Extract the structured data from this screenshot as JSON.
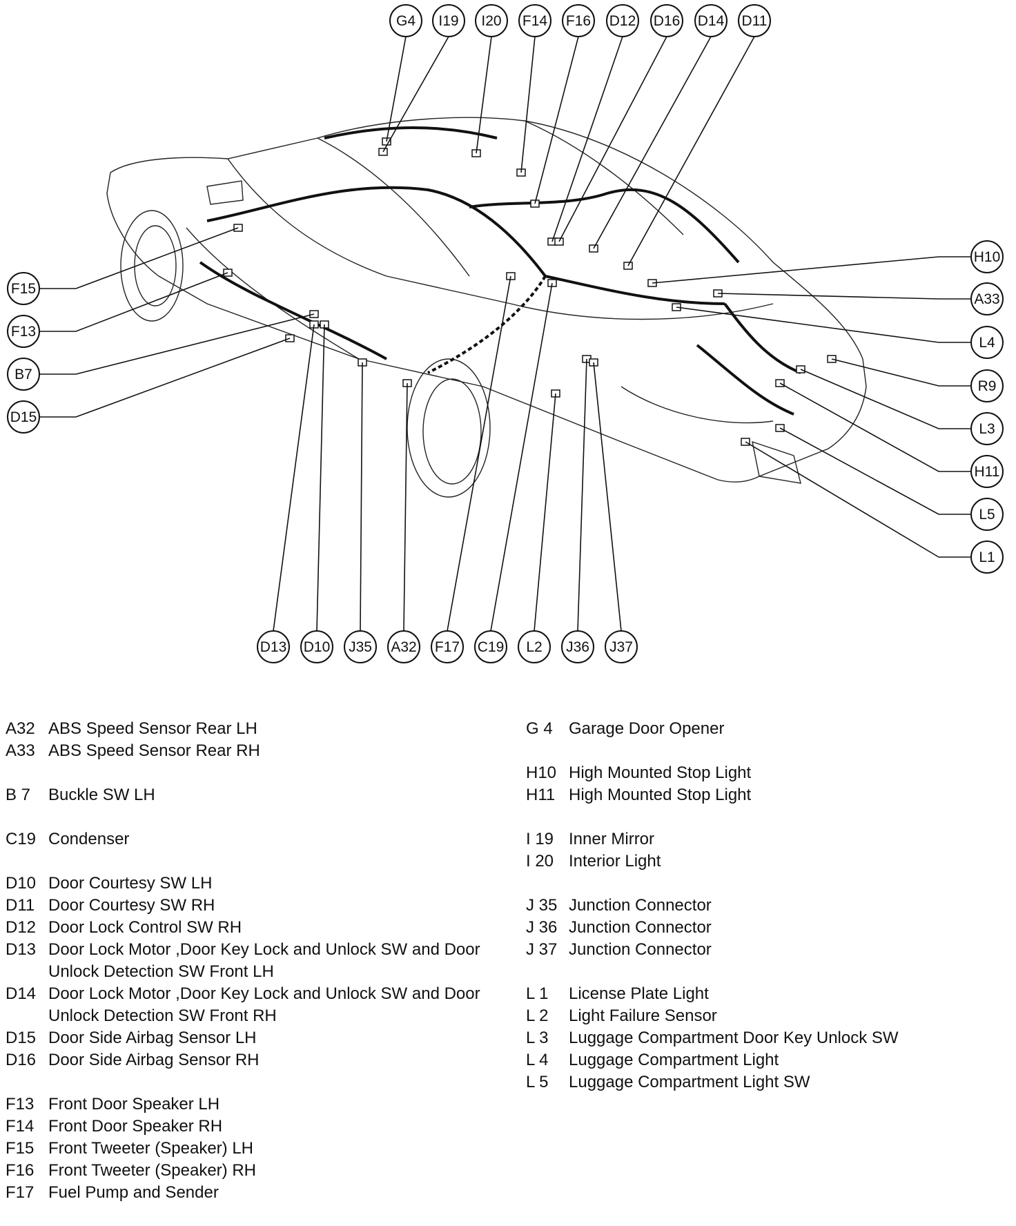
{
  "diagram": {
    "top_labels": [
      "G4",
      "I19",
      "I20",
      "F14",
      "F16",
      "D12",
      "D16",
      "D14",
      "D11"
    ],
    "left_labels": [
      "F15",
      "F13",
      "B7",
      "D15"
    ],
    "right_labels": [
      "H10",
      "A33",
      "L4",
      "R9",
      "L3",
      "H11",
      "L5",
      "L1"
    ],
    "bottom_labels": [
      "D13",
      "D10",
      "J35",
      "A32",
      "F17",
      "C19",
      "L2",
      "J36",
      "J37"
    ]
  },
  "legend_left": [
    [
      {
        "code": "A32",
        "desc": "ABS Speed Sensor Rear LH"
      },
      {
        "code": "A33",
        "desc": "ABS Speed Sensor Rear RH"
      }
    ],
    [
      {
        "code": "B 7",
        "desc": "Buckle SW LH"
      }
    ],
    [
      {
        "code": "C19",
        "desc": "Condenser"
      }
    ],
    [
      {
        "code": "D10",
        "desc": "Door Courtesy SW LH"
      },
      {
        "code": "D11",
        "desc": "Door Courtesy SW RH"
      },
      {
        "code": "D12",
        "desc": "Door Lock Control SW RH"
      },
      {
        "code": "D13",
        "desc": "Door Lock Motor ,Door Key Lock and Unlock SW and Door Unlock Detection SW Front LH"
      },
      {
        "code": "D14",
        "desc": "Door Lock Motor ,Door Key Lock and Unlock SW and Door Unlock Detection SW Front RH"
      },
      {
        "code": "D15",
        "desc": "Door Side Airbag Sensor LH"
      },
      {
        "code": "D16",
        "desc": "Door Side Airbag Sensor RH"
      }
    ],
    [
      {
        "code": "F13",
        "desc": "Front Door Speaker LH"
      },
      {
        "code": "F14",
        "desc": "Front Door Speaker RH"
      },
      {
        "code": "F15",
        "desc": "Front Tweeter (Speaker) LH"
      },
      {
        "code": "F16",
        "desc": "Front Tweeter (Speaker) RH"
      },
      {
        "code": "F17",
        "desc": "Fuel Pump and Sender"
      }
    ]
  ],
  "legend_right": [
    [
      {
        "code": "G 4",
        "desc": "Garage Door Opener"
      }
    ],
    [
      {
        "code": "H10",
        "desc": "High Mounted Stop Light"
      },
      {
        "code": "H11",
        "desc": "High Mounted Stop Light"
      }
    ],
    [
      {
        "code": "I 19",
        "desc": "Inner Mirror"
      },
      {
        "code": "I 20",
        "desc": "Interior Light"
      }
    ],
    [
      {
        "code": "J 35",
        "desc": "Junction Connector"
      },
      {
        "code": "J 36",
        "desc": "Junction Connector"
      },
      {
        "code": "J 37",
        "desc": "Junction Connector"
      }
    ],
    [
      {
        "code": "L 1",
        "desc": "License Plate Light"
      },
      {
        "code": "L 2",
        "desc": "Light Failure Sensor"
      },
      {
        "code": "L 3",
        "desc": "Luggage Compartment Door Key Unlock SW"
      },
      {
        "code": "L 4",
        "desc": "Luggage Compartment Light"
      },
      {
        "code": "L 5",
        "desc": "Luggage Compartment Light SW"
      }
    ]
  ]
}
